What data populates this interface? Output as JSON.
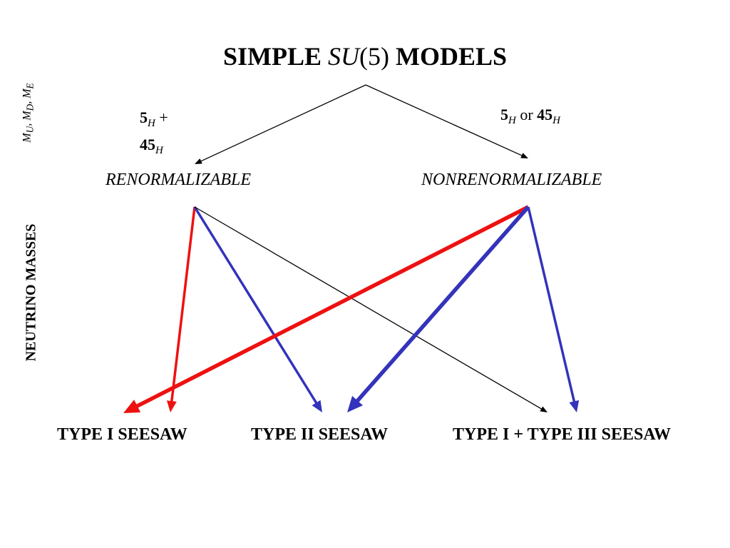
{
  "title": {
    "part1": "SIMPLE ",
    "su": "SU",
    "paren": "(5)",
    "part2": " MODELS"
  },
  "side_labels": {
    "mass_matrices": {
      "m1": "M",
      "s1": "U",
      "m2": "M",
      "s2": "D",
      "m3": "M",
      "s3": "E",
      "sep": ", "
    },
    "neutrino": "NEUTRINO MASSES"
  },
  "branches": {
    "left": {
      "five": "5",
      "sub_h": "H",
      "plus": " +",
      "fortyfive": "45",
      "sub_h2": "H"
    },
    "right": {
      "five": "5",
      "sub_h": "H",
      "or": " or ",
      "fortyfive": "45",
      "sub_h2": "H"
    }
  },
  "nodes": {
    "renormalizable": "RENORMALIZABLE",
    "nonrenormalizable": "NONRENORMALIZABLE"
  },
  "outcomes": {
    "type1": "TYPE I SEESAW",
    "type2": "TYPE II SEESAW",
    "type13": "TYPE I + TYPE III SEESAW"
  },
  "colors": {
    "red": "#ee1111",
    "blue": "#3333bb",
    "black": "#000000"
  },
  "arrows": [
    {
      "id": "apex-to-renormalizable",
      "from": "apex",
      "to": "renormalizable",
      "color": "black",
      "weight": "thin"
    },
    {
      "id": "apex-to-nonrenormalizable",
      "from": "apex",
      "to": "nonrenormalizable",
      "color": "black",
      "weight": "thin"
    },
    {
      "id": "renormalizable-to-type1",
      "from": "renormalizable",
      "to": "type1",
      "color": "red",
      "weight": "medium"
    },
    {
      "id": "renormalizable-to-type2",
      "from": "renormalizable",
      "to": "type2",
      "color": "blue",
      "weight": "medium"
    },
    {
      "id": "renormalizable-to-type13",
      "from": "renormalizable",
      "to": "type13",
      "color": "black",
      "weight": "thin"
    },
    {
      "id": "nonrenormalizable-to-type1",
      "from": "nonrenormalizable",
      "to": "type1",
      "color": "red",
      "weight": "thick"
    },
    {
      "id": "nonrenormalizable-to-type2",
      "from": "nonrenormalizable",
      "to": "type2",
      "color": "blue",
      "weight": "thick"
    },
    {
      "id": "nonrenormalizable-to-type13",
      "from": "nonrenormalizable",
      "to": "type13",
      "color": "blue",
      "weight": "medium"
    }
  ]
}
